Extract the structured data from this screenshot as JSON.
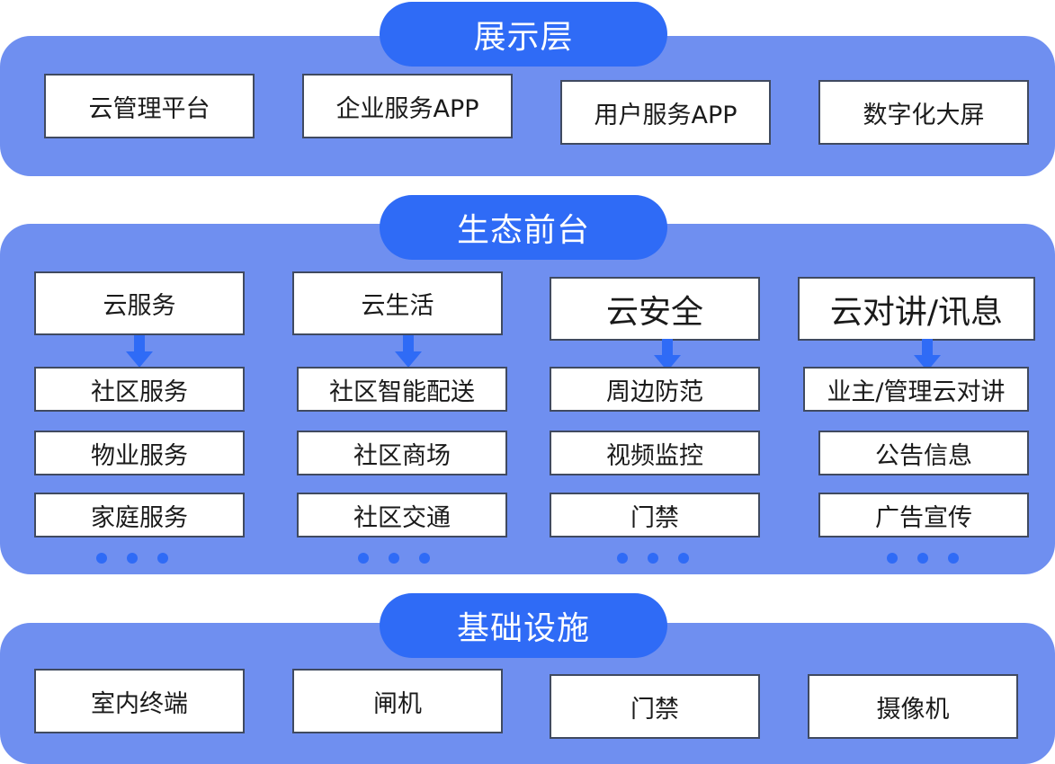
{
  "presentation": {
    "title": "展示层",
    "items": [
      "云管理平台",
      "企业服务APP",
      "用户服务APP",
      "数字化大屏"
    ]
  },
  "ecosystem": {
    "title": "生态前台",
    "columns": [
      {
        "header": "云服务",
        "items": [
          "社区服务",
          "物业服务",
          "家庭服务"
        ]
      },
      {
        "header": "云生活",
        "items": [
          "社区智能配送",
          "社区商场",
          "社区交通"
        ]
      },
      {
        "header": "云安全",
        "items": [
          "周边防范",
          "视频监控",
          "门禁"
        ]
      },
      {
        "header": "云对讲/讯息",
        "items": [
          "业主/管理云对讲",
          "公告信息",
          "广告宣传"
        ]
      }
    ]
  },
  "infrastructure": {
    "title": "基础设施",
    "items": [
      "室内终端",
      "闸机",
      "门禁",
      "摄像机"
    ]
  },
  "colors": {
    "panel": "#6f8ff0",
    "pill": "#2f6bf6",
    "box_border": "#404a60"
  }
}
